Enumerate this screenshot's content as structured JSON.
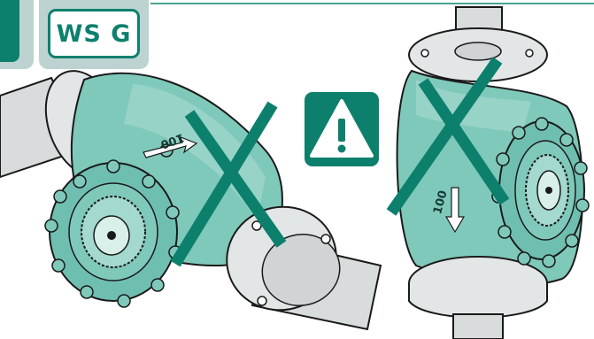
{
  "badge": {
    "label": "WS G"
  },
  "valve_left": {
    "marking": "100"
  },
  "valve_right": {
    "marking": "100"
  },
  "icons": [
    "warning-triangle-icon",
    "cross-out-icon"
  ],
  "colors": {
    "brand_green": "#0d806d",
    "valve_body": "#7fc9bb",
    "panel_gray": "#bcd3d1",
    "pipe_gray": "#d9dcdc"
  }
}
